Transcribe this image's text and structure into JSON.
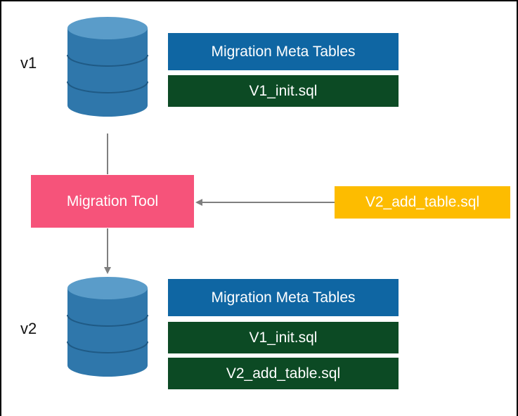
{
  "versions": {
    "v1_label": "v1",
    "v2_label": "v2"
  },
  "v1_stack": {
    "meta_tables": "Migration Meta Tables",
    "init_script": "V1_init.sql"
  },
  "tool": {
    "label": "Migration Tool"
  },
  "incoming_script": {
    "label": "V2_add_table.sql"
  },
  "v2_stack": {
    "meta_tables": "Migration Meta Tables",
    "init_script": "V1_init.sql",
    "add_table_script": "V2_add_table.sql"
  },
  "colors": {
    "meta_tables": "#0f66a3",
    "scripts": "#0c4a24",
    "tool": "#f6537a",
    "incoming": "#fdbc00",
    "database": "#2f77ab",
    "arrows": "#7f7f7f"
  }
}
